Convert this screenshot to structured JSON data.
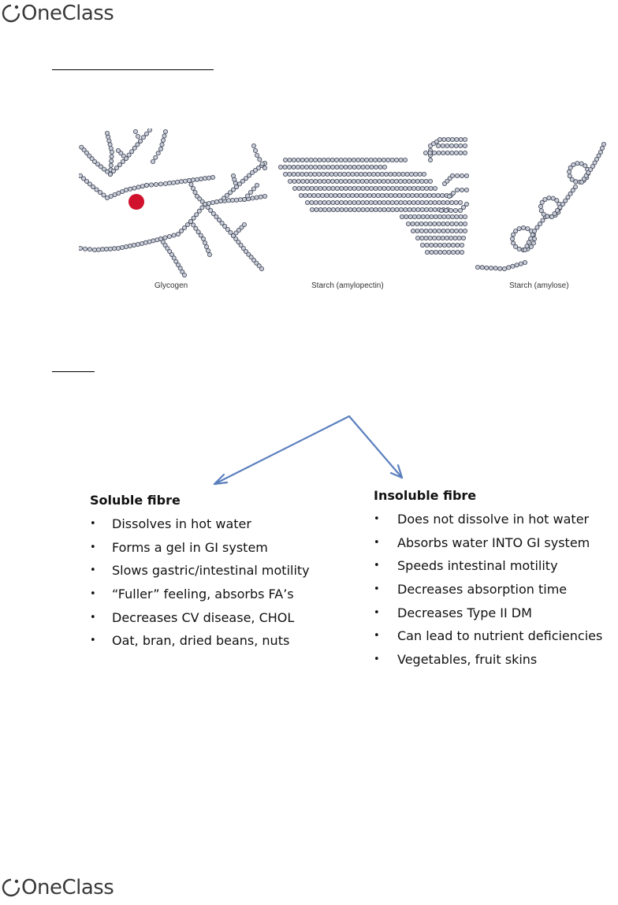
{
  "logo": {
    "text": "OneClass",
    "icon": "oneclass-logo-icon",
    "color": "#3a3a3a"
  },
  "figure": {
    "panels": [
      {
        "label": "Glycogen"
      },
      {
        "label": "Starch (amylopectin)"
      },
      {
        "label": "Starch (amylose)"
      }
    ],
    "bead_color": "#c9cdd9",
    "bead_outline": "#3b4150",
    "marker_color": "#d0122c"
  },
  "arrows": {
    "color": "#5b7fbe"
  },
  "soluble": {
    "heading": "Soluble fibre",
    "items": [
      "Dissolves in hot water",
      "Forms a gel in GI system",
      "Slows gastric/intestinal motility",
      "“Fuller” feeling, absorbs FA’s",
      "Decreases CV disease, CHOL",
      "Oat, bran, dried beans, nuts"
    ]
  },
  "insoluble": {
    "heading": "Insoluble fibre",
    "items": [
      "Does not dissolve in hot water",
      "Absorbs water INTO GI system",
      "Speeds intestinal motility",
      "Decreases absorption time",
      "Decreases Type II DM",
      "Can lead to nutrient deficiencies",
      "Vegetables, fruit skins"
    ]
  },
  "bullet_char": "•"
}
